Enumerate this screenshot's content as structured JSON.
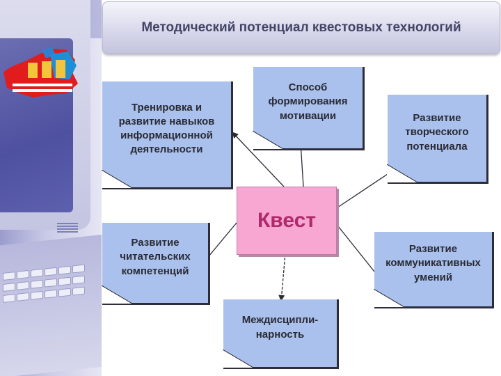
{
  "title": "Методический потенциал квестовых технологий",
  "center_label": "Квест",
  "nodes": {
    "training": "Тренировка и\nразвитие навыков\nинформационной\nдеятельности",
    "motivation": "Способ\nформирования\nмотивации",
    "creative": "Развитие\nтворческого\nпотенциала",
    "reading": "Развитие\nчитательских\nкомпетенций",
    "communicative": "Развитие\nкоммуникативных\nумений",
    "interdisciplinary": "Междисципли-\nнарность"
  },
  "colors": {
    "note_fill": "#a9c1ec",
    "center_fill": "#f7a7d2",
    "center_text": "#b02a6b",
    "title_text": "#444466"
  }
}
